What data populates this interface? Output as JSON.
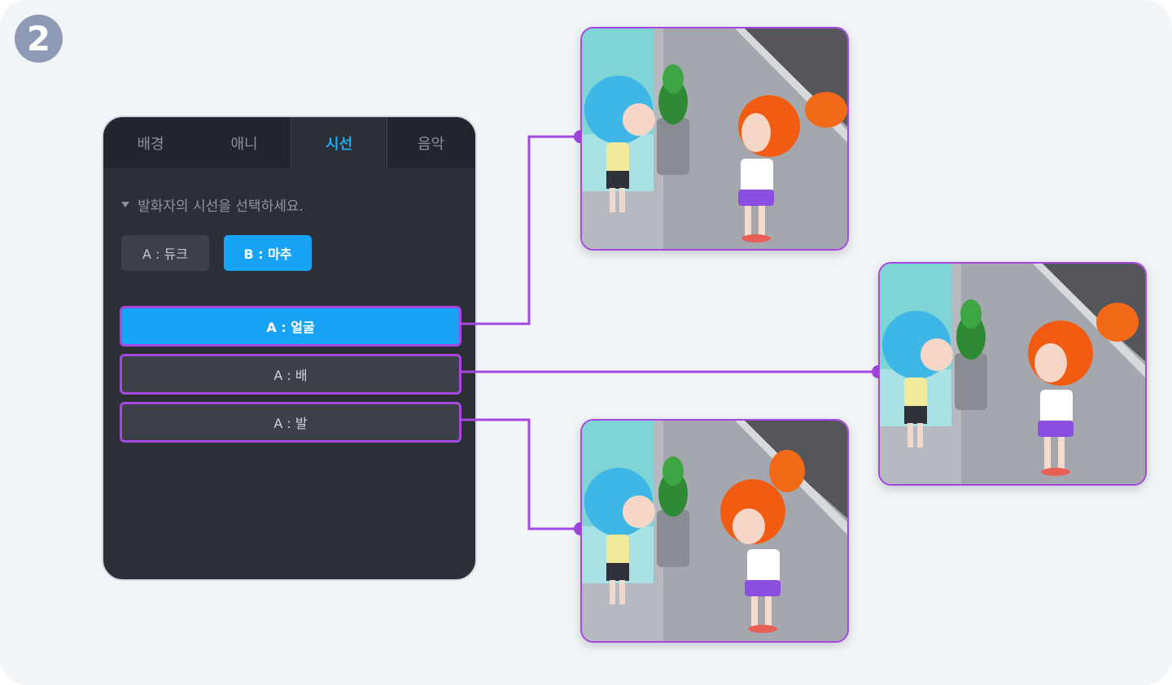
{
  "step": {
    "number": "2"
  },
  "tabs": [
    {
      "label": "배경",
      "active": false
    },
    {
      "label": "애니",
      "active": false
    },
    {
      "label": "시선",
      "active": true
    },
    {
      "label": "음악",
      "active": false
    }
  ],
  "instruction": "발화자의 시선을 선택하세요.",
  "speakers": [
    {
      "label": "A : 듀크",
      "active": false
    },
    {
      "label": "B : 마추",
      "active": true
    }
  ],
  "gaze_options": [
    {
      "label": "A : 얼굴",
      "active": true
    },
    {
      "label": "A : 배",
      "active": false
    },
    {
      "label": "A : 발",
      "active": false
    }
  ],
  "colors": {
    "accent": "#17a4f6",
    "highlight": "#a548e0",
    "panel_bg": "#2c2f36"
  }
}
